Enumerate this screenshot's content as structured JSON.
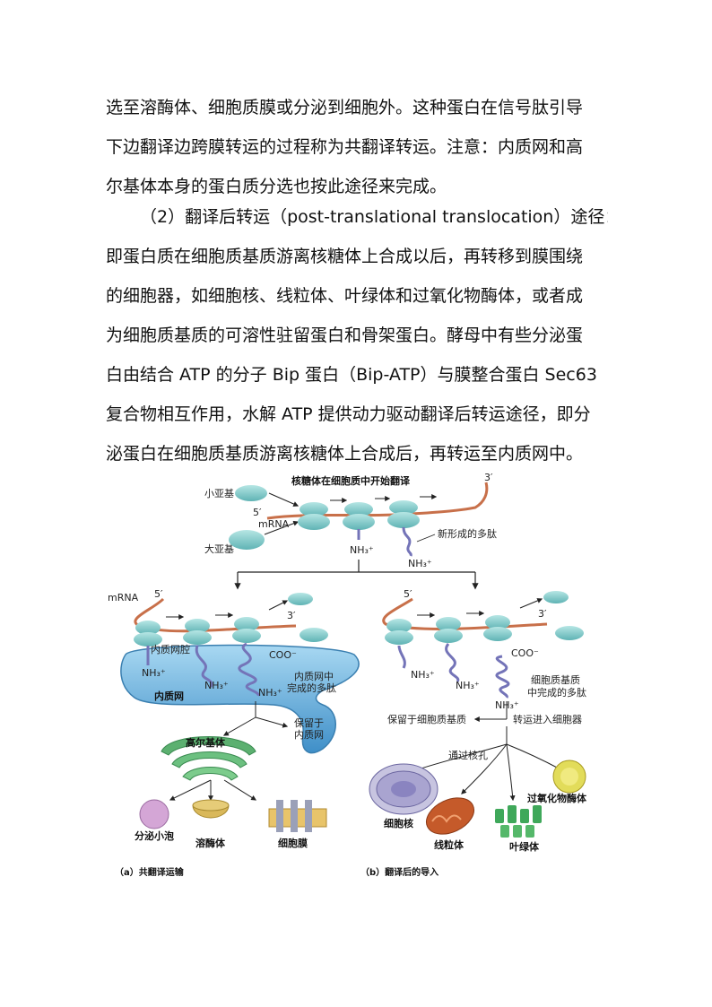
{
  "text": {
    "p1_lines": [
      "选至溶酶体、细胞质膜或分泌到细胞外。这种蛋白在信号肽引导",
      "下边翻译边跨膜转运的过程称为共翻译转运。注意：内质网和高",
      "尔基体本身的蛋白质分选也按此途径来完成。"
    ],
    "p2_lines": [
      "（2）翻译后转运（post-translational translocation）途径：",
      "即蛋白质在细胞质基质游离核糖体上合成以后，再转移到膜围绕",
      "的细胞器，如细胞核、线粒体、叶绿体和过氧化物酶体，或者成",
      "为细胞质基质的可溶性驻留蛋白和骨架蛋白。酵母中有些分泌蛋",
      "白由结合 ATP 的分子 Bip 蛋白（Bip-ATP）与膜整合蛋白 Sec63",
      "复合物相互作用，水解 ATP 提供动力驱动翻译后转运途径，即分",
      "泌蛋白在细胞质基质游离核糖体上合成后，再转运至内质网中。"
    ]
  },
  "figure": {
    "top": {
      "title": "核糖体在细胞质中开始翻译",
      "small_subunit": "小亚基",
      "large_subunit": "大亚基",
      "mrna": "mRNA",
      "five_prime": "5′",
      "three_prime": "3′",
      "nh3_a": "NH₃⁺",
      "nh3_b": "NH₃⁺",
      "new_peptide": "新形成的多肽"
    },
    "left": {
      "mrna": "mRNA",
      "five_prime": "5′",
      "three_prime": "3′",
      "er_lumen": "内质网腔",
      "nh3_1": "NH₃⁺",
      "nh3_2": "NH₃⁺",
      "nh3_3": "NH₃⁺",
      "coo": "COO⁻",
      "completed_1": "内质网中",
      "completed_2": "完成的多肽",
      "er": "内质网",
      "retained_1": "保留于",
      "retained_2": "内质网",
      "golgi": "高尔基体",
      "secretory_vesicle": "分泌小泡",
      "lysosome": "溶酶体",
      "plasma_membrane": "细胞膜",
      "caption": "（a）共翻译运输"
    },
    "right": {
      "five_prime": "5′",
      "three_prime": "3′",
      "coo": "COO⁻",
      "nh3_1": "NH₃⁺",
      "nh3_2": "NH₃⁺",
      "nh3_3": "NH₃⁺",
      "completed_1": "细胞质基质",
      "completed_2": "中完成的多肽",
      "retained_cytosol": "保留于细胞质基质",
      "into_organelles": "转运进入细胞器",
      "via_pore": "通过核孔",
      "peroxisome": "过氧化物酶体",
      "nucleus": "细胞核",
      "mitochondrion": "线粒体",
      "chloroplast": "叶绿体",
      "caption": "（b）翻译后的导入"
    }
  },
  "colors": {
    "ribosome": "#7fc8c8",
    "mrna": "#c8704a",
    "peptide": "#7474b8",
    "er": "#5aa6d8",
    "golgi": "#5cb070",
    "arrow": "#222222"
  }
}
